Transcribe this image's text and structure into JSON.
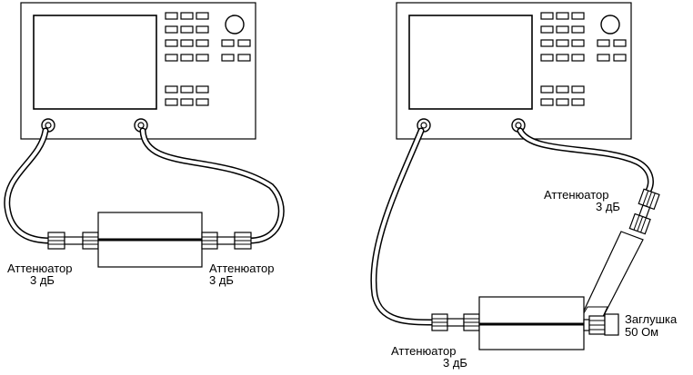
{
  "labels": {
    "left_atten_1_line1": "Аттенюатор",
    "left_atten_1_line2": "3 дБ",
    "left_atten_2_line1": "Аттенюатор",
    "left_atten_2_line2": "3 дБ",
    "right_atten_top_line1": "Аттенюатор",
    "right_atten_top_line2": "3 дБ",
    "right_atten_bottom_line1": "Аттенюатор",
    "right_atten_bottom_line2": "3 дБ",
    "load_line1": "Заглушка",
    "load_line2": "50 Ом"
  },
  "colors": {
    "stroke": "#000000",
    "fill": "#ffffff"
  },
  "icons": {
    "instrument": "network-analyzer-icon",
    "port": "rf-port-icon",
    "attenuator": "attenuator-connector-icon",
    "device": "device-under-test-icon",
    "load": "termination-load-icon"
  }
}
